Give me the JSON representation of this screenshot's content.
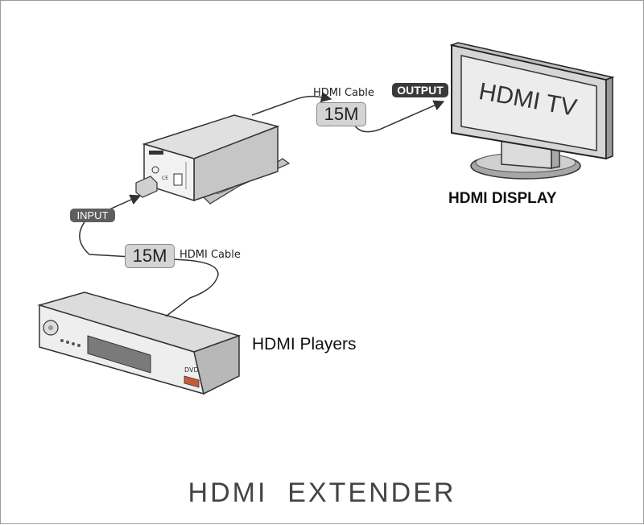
{
  "labels": {
    "top_cable_caption": "HDMI Cable",
    "top_cable_length": "15M",
    "output_tag": "OUTPUT",
    "tv_screen_text": "HDMI TV",
    "display_caption": "HDMI DISPLAY",
    "input_tag": "INPUT",
    "bottom_cable_length": "15M",
    "bottom_cable_caption": "HDMI Cable",
    "player_caption": "HDMI Players",
    "dvd_badge": "DVD",
    "footer_title": "HDMI  EXTENDER"
  },
  "colors": {
    "device_face": "#f2f2f2",
    "device_side": "#c8c8c8",
    "device_top": "#dcdcdc",
    "tv_screen": "#e8e8e8",
    "tag_dark": "#3a3a3a",
    "tag_input": "#5e5e5e",
    "dvd_badge": "#c85a3a"
  }
}
